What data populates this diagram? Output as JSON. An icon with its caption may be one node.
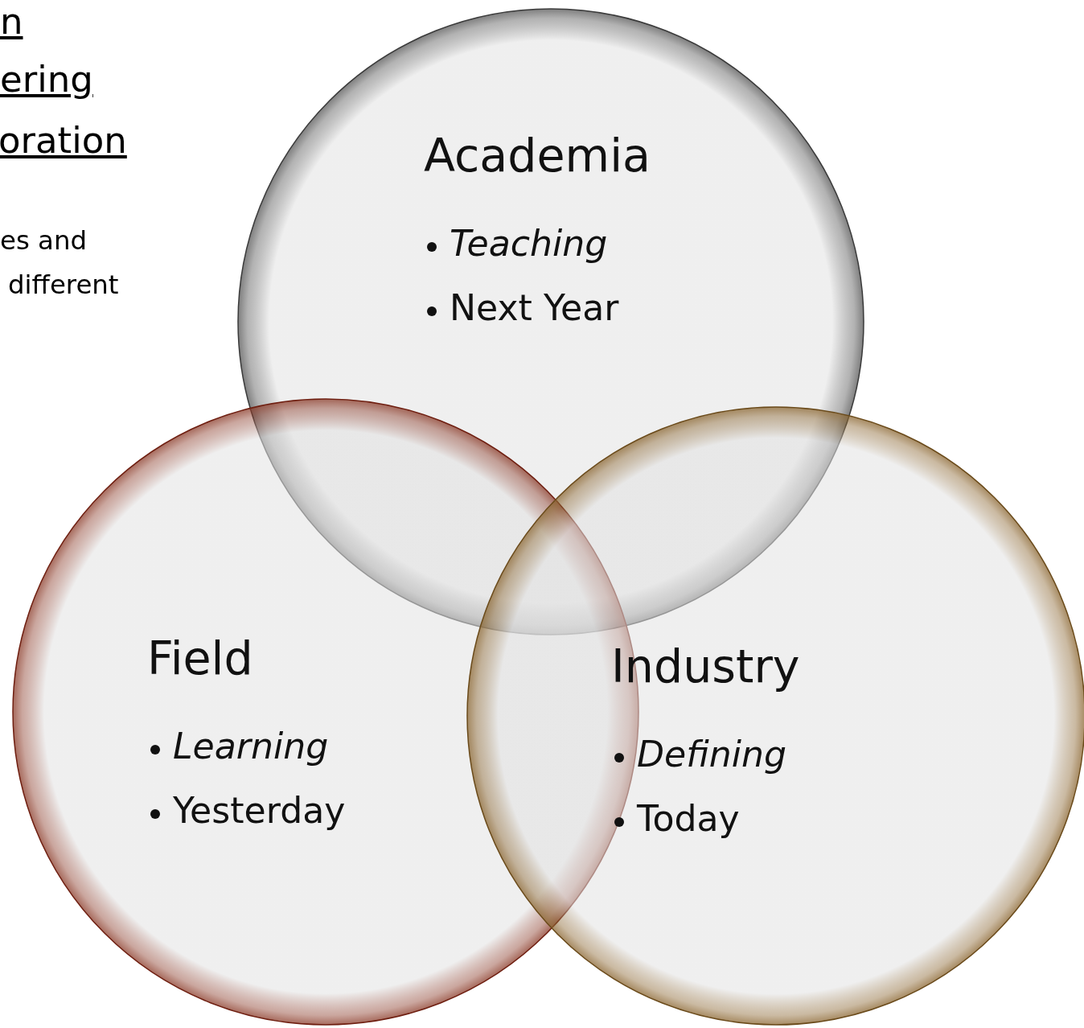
{
  "diagram": {
    "nodes": [
      {
        "text": [
          "Academia",
          "Teaching",
          "Next Year"
        ]
      },
      {
        "text": [
          "Field",
          "Learning",
          "Yesterday"
        ]
      },
      {
        "text": [
          "Industry",
          "Defining",
          "Today"
        ]
      }
    ],
    "labels": [
      "n",
      "ering",
      "oration",
      "es and",
      "different"
    ]
  }
}
